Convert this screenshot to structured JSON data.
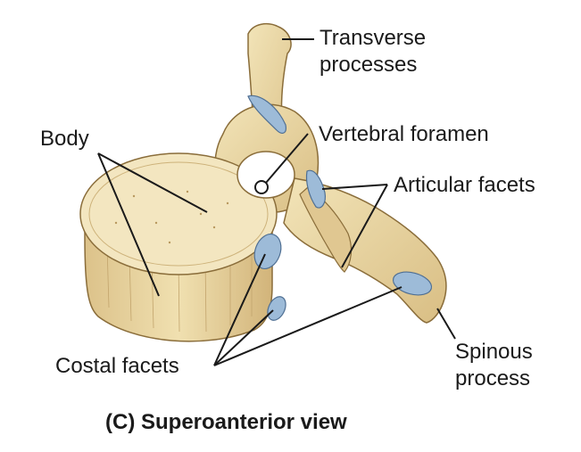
{
  "labels": {
    "transverse_line1": "Transverse",
    "transverse_line2": "processes",
    "vertebral_foramen": "Vertebral foramen",
    "body": "Body",
    "articular_facets": "Articular facets",
    "costal_facets": "Costal facets",
    "spinous_line1": "Spinous",
    "spinous_line2": "process"
  },
  "caption": "(C) Superoanterior view",
  "colors": {
    "bone": "#ead7a2",
    "bone_shadow": "#cdb27a",
    "bone_outline": "#8a6d3a",
    "facet": "#9dbbd8",
    "facet_outline": "#4f6f93",
    "foramen": "#ffffff",
    "text": "#1a1a1a"
  }
}
